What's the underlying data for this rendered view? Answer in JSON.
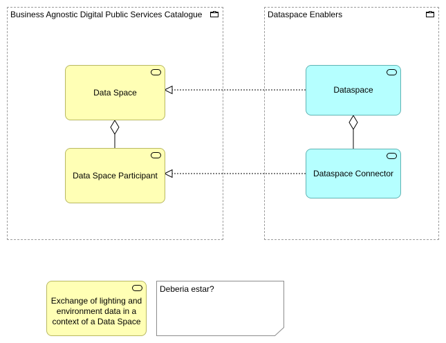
{
  "groups": {
    "business_catalogue": {
      "label": "Business Agnostic Digital Public Services Catalogue",
      "icon": "folder-icon"
    },
    "dataspace_enablers": {
      "label": "Dataspace Enablers",
      "icon": "folder-icon"
    }
  },
  "elements": {
    "data_space": {
      "label": "Data Space",
      "icon": "service-icon"
    },
    "data_space_participant": {
      "label": "Data Space Participant",
      "icon": "service-icon"
    },
    "dataspace": {
      "label": "Dataspace",
      "icon": "service-icon"
    },
    "dataspace_connector": {
      "label": "Dataspace Connector",
      "icon": "service-icon"
    },
    "exchange_lighting": {
      "label": "Exchange of lighting and environment data in a context of a Data Space",
      "icon": "service-icon"
    }
  },
  "note": {
    "text": "Deberia estar?"
  },
  "colors": {
    "business_fill": "#ffffb5",
    "technology_fill": "#b5ffff",
    "group_border": "#9a9a9a"
  }
}
